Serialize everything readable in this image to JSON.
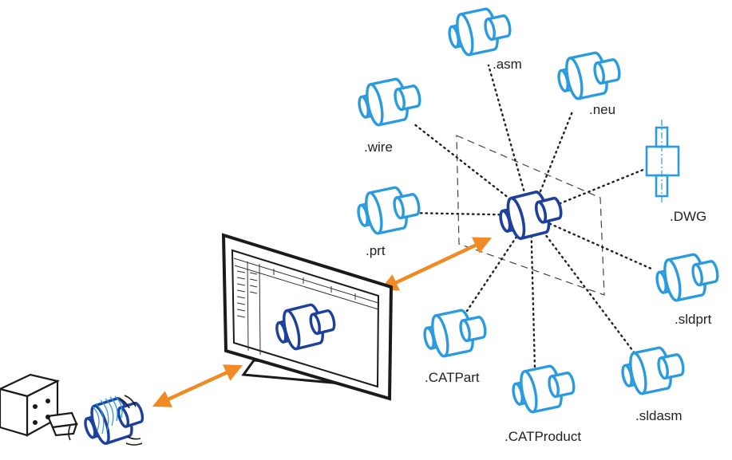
{
  "colors": {
    "part_light": "#2b9be0",
    "part_dark": "#1d3f9e",
    "arrow": "#f08a24",
    "outline": "#1a1a1a",
    "dotted": "#222222",
    "plane": "#444444"
  },
  "formats": [
    {
      "id": "asm",
      "label": ".asm",
      "icon": "cylinder-part-icon"
    },
    {
      "id": "neu",
      "label": ".neu",
      "icon": "cylinder-part-icon"
    },
    {
      "id": "wire",
      "label": ".wire",
      "icon": "cylinder-part-icon"
    },
    {
      "id": "dwg",
      "label": ".DWG",
      "icon": "drawing-2d-icon"
    },
    {
      "id": "prt",
      "label": ".prt",
      "icon": "cylinder-part-icon"
    },
    {
      "id": "sldprt",
      "label": ".sldprt",
      "icon": "cylinder-part-icon"
    },
    {
      "id": "catpart",
      "label": ".CATPart",
      "icon": "cylinder-part-icon"
    },
    {
      "id": "catproduct",
      "label": ".CATProduct",
      "icon": "cylinder-part-icon"
    },
    {
      "id": "sldasm",
      "label": ".sldasm",
      "icon": "cylinder-part-icon"
    }
  ],
  "icons": {
    "hub": "central-model-icon",
    "monitor": "monitor-icon",
    "machine": "machining-fixture-icon",
    "arrow_hub_monitor": "double-arrow-icon",
    "arrow_monitor_machine": "double-arrow-icon"
  }
}
